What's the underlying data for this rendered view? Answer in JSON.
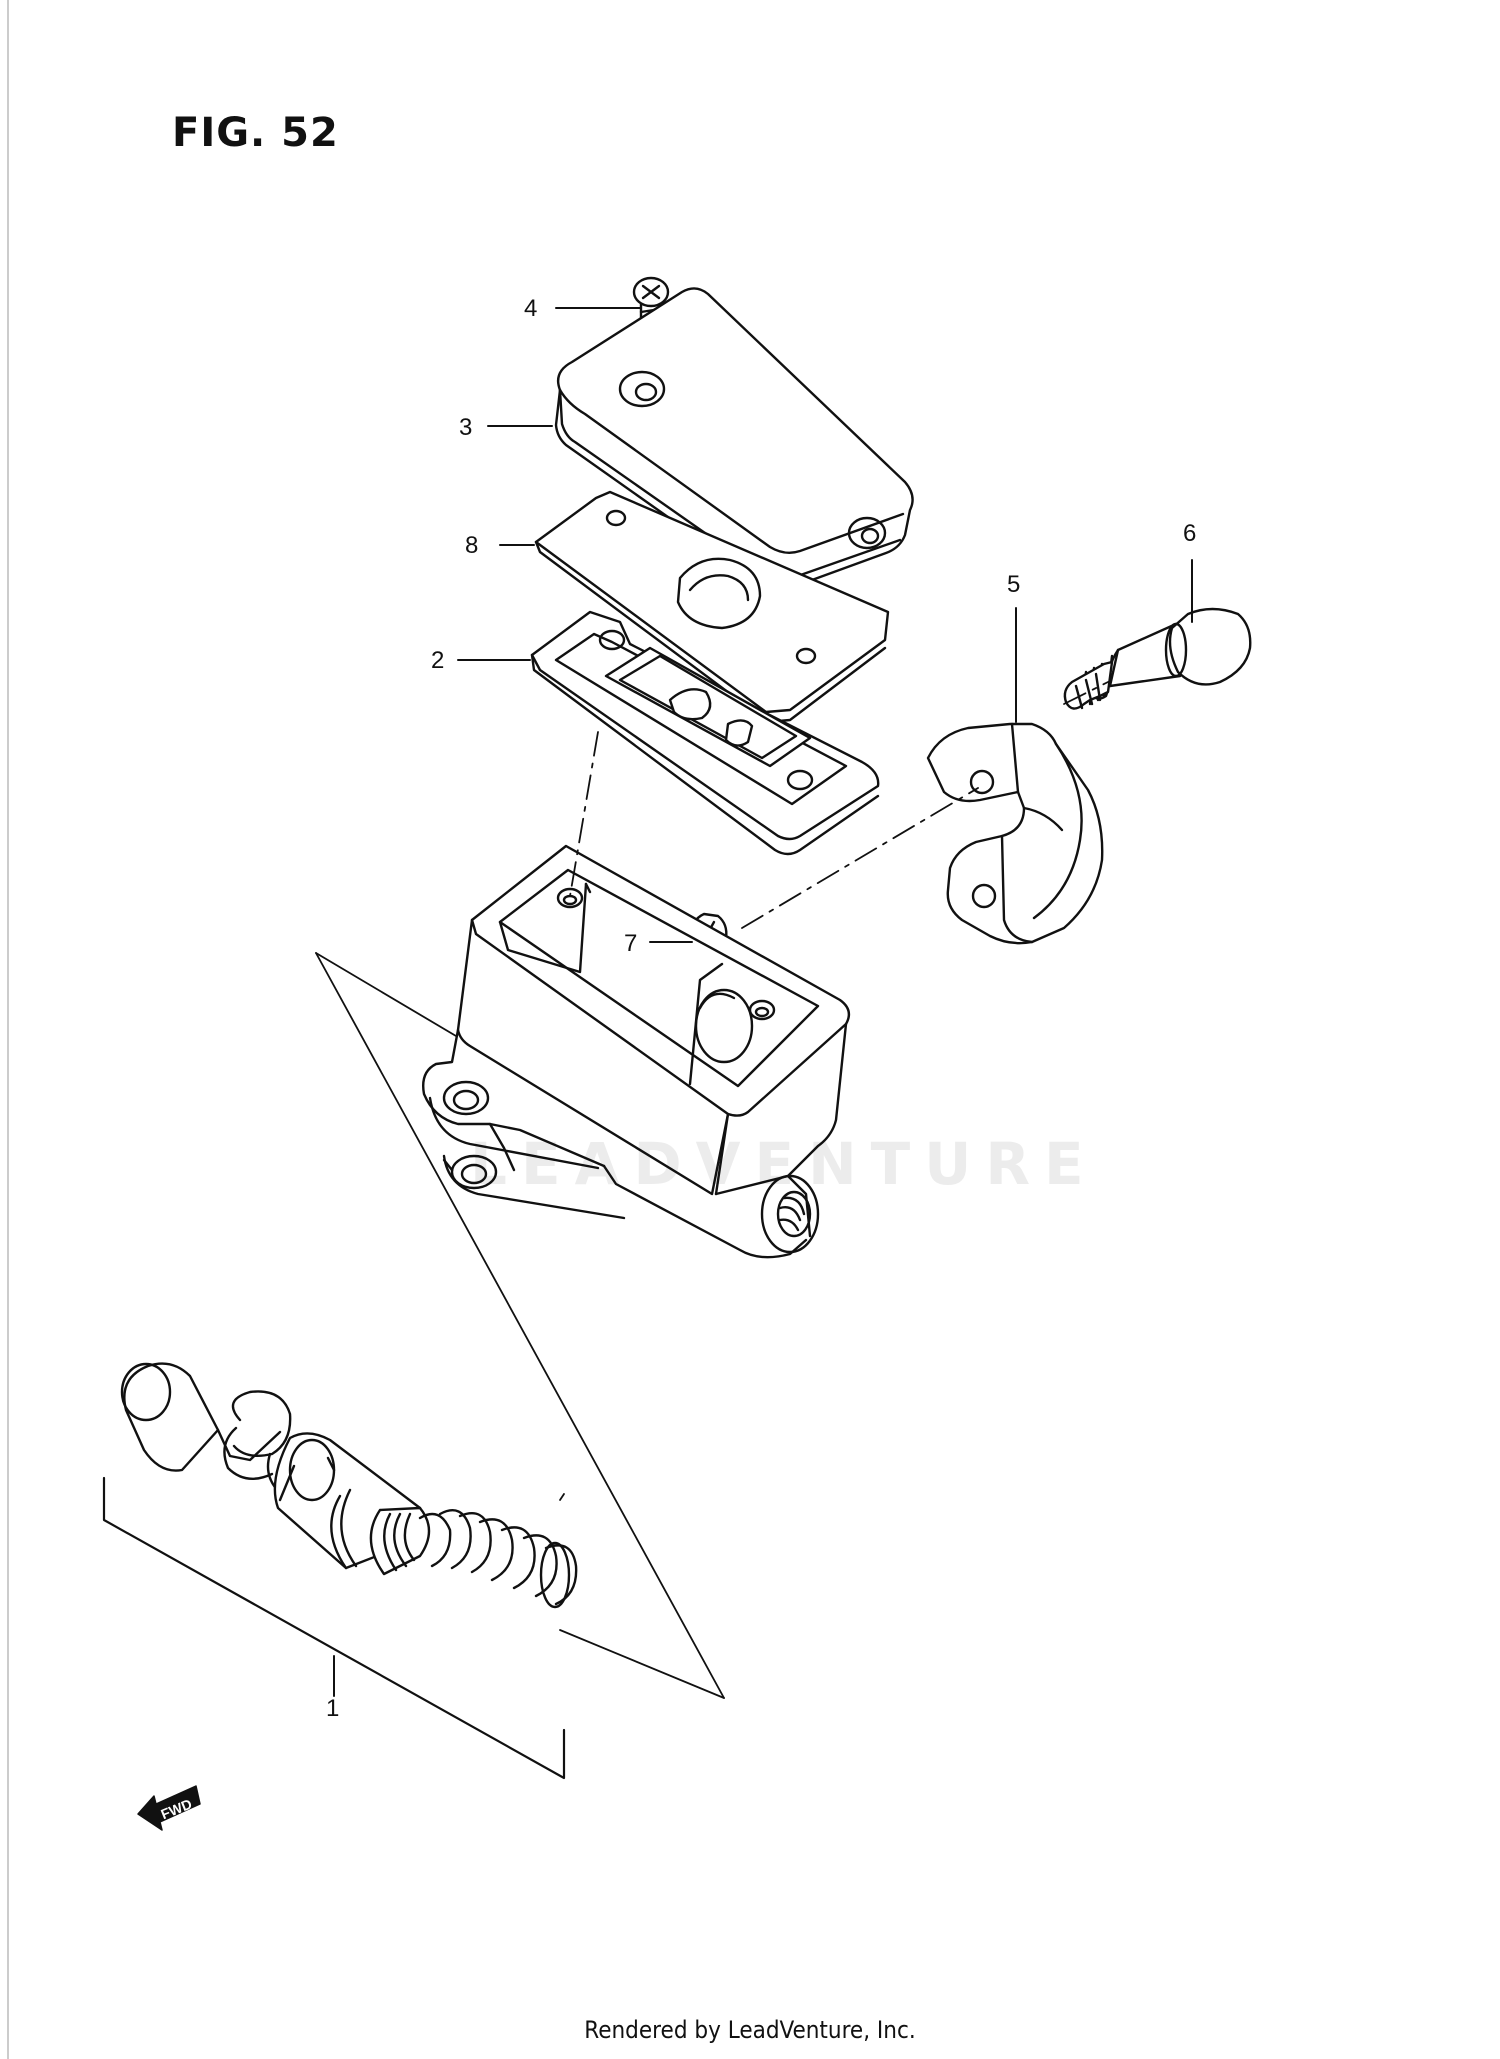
{
  "diagram": {
    "figure_label": "FIG. 52",
    "watermark": "LEADVENTURE",
    "footer": "Rendered by LeadVenture, Inc.",
    "direction_label": "FWD",
    "callouts": [
      {
        "id": "4",
        "text": "4"
      },
      {
        "id": "3",
        "text": "3"
      },
      {
        "id": "8",
        "text": "8"
      },
      {
        "id": "2",
        "text": "2"
      },
      {
        "id": "6",
        "text": "6"
      },
      {
        "id": "5",
        "text": "5"
      },
      {
        "id": "7",
        "text": "7"
      },
      {
        "id": "1",
        "text": "1"
      }
    ],
    "parts": [
      {
        "id": "1",
        "name": "piston-assembly-icon"
      },
      {
        "id": "2",
        "name": "diaphragm-plate-icon"
      },
      {
        "id": "3",
        "name": "reservoir-cap-icon"
      },
      {
        "id": "4",
        "name": "cap-screw-icon"
      },
      {
        "id": "5",
        "name": "clamp-bracket-icon"
      },
      {
        "id": "6",
        "name": "flange-bolt-icon"
      },
      {
        "id": "7",
        "name": "nut-icon"
      },
      {
        "id": "8",
        "name": "gasket-icon"
      }
    ],
    "line_color": "#111111"
  }
}
